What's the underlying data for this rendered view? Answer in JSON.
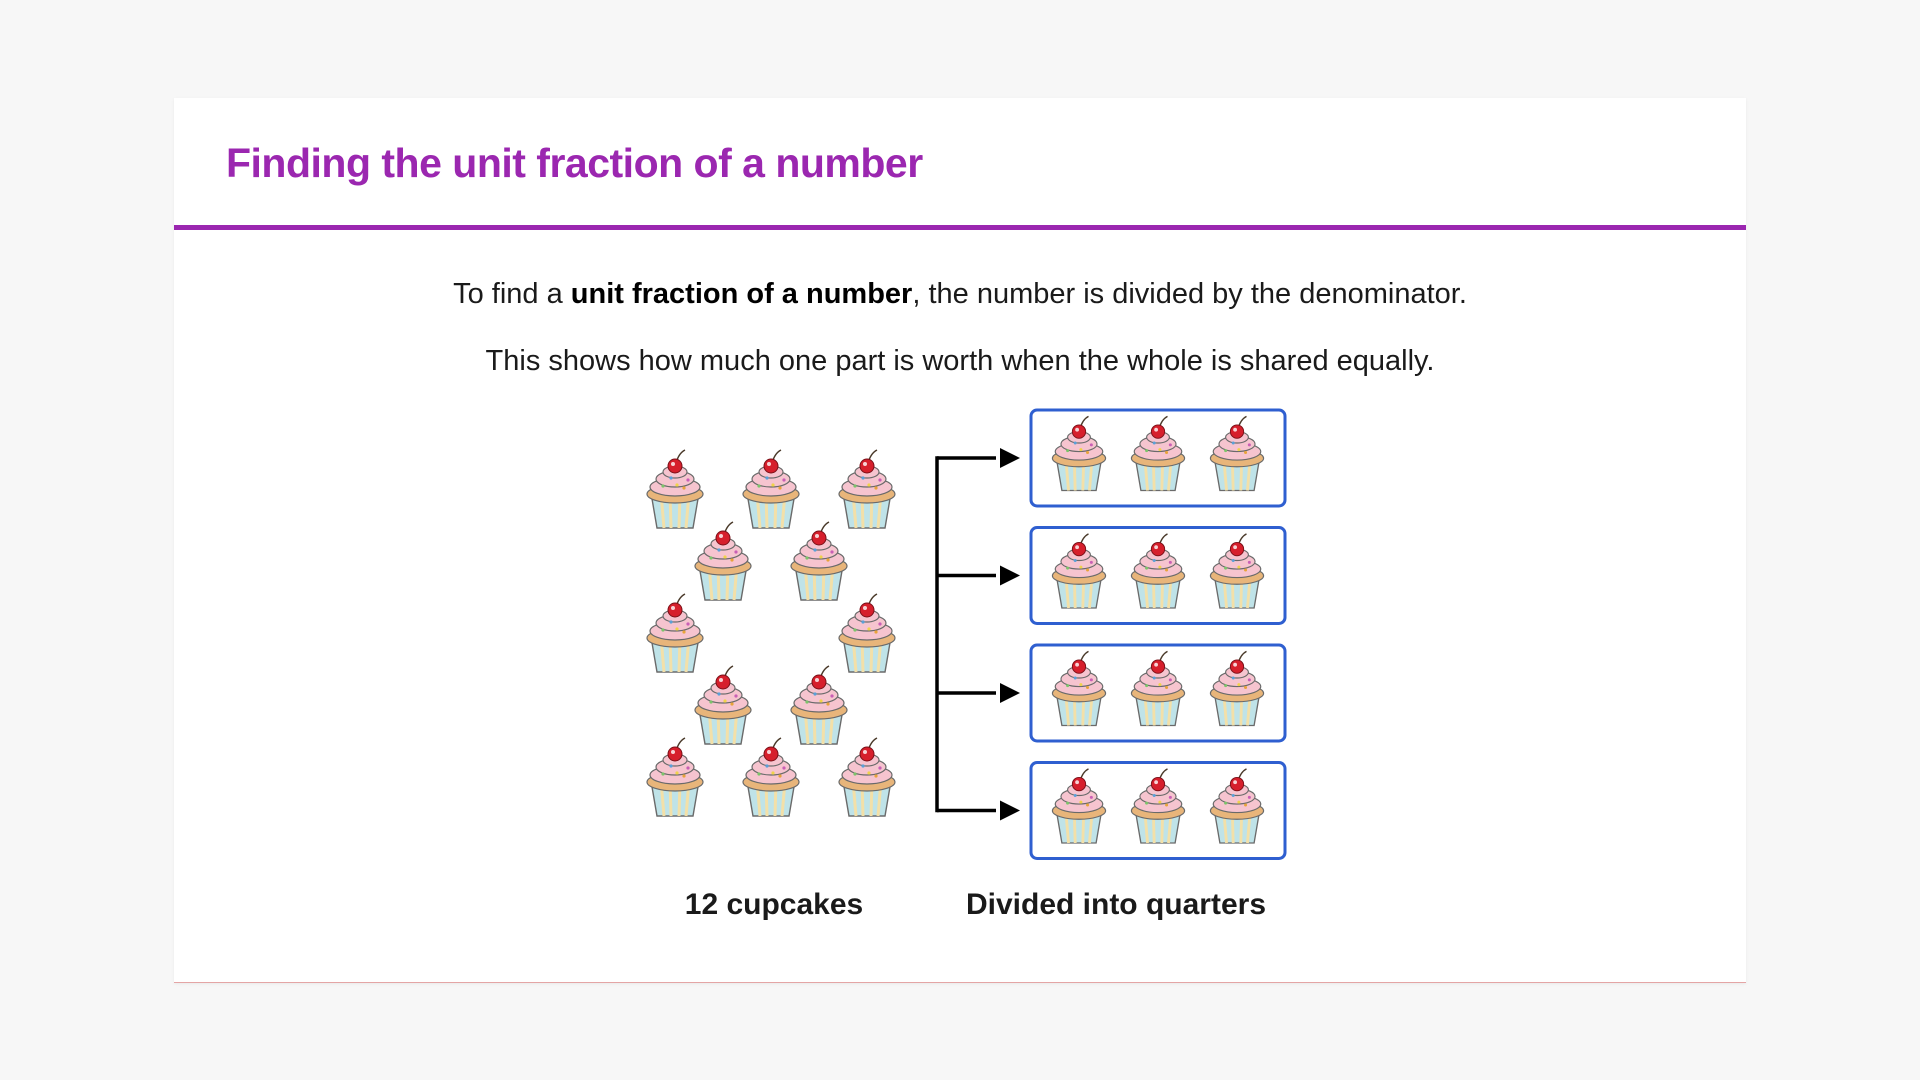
{
  "slide": {
    "title": "Finding the unit fraction of a number",
    "sentence1": {
      "before": "To find a ",
      "bold": "unit fraction of a number",
      "after": ", the number is divided by the denominator."
    },
    "sentence2": "This shows how much one part is worth when the whole is shared equally."
  },
  "diagram": {
    "whole_count": 12,
    "groups": 4,
    "per_group": 3,
    "whole_label": "12 cupcakes",
    "groups_label": "Divided into quarters",
    "icon": "cupcake-icon",
    "colors": {
      "title": "#9b27b0",
      "group_border": "#2f5fd0",
      "arrow": "#000000",
      "frosting": "#f6c4cf",
      "cherry": "#d61f2c",
      "wrapper": "#bfe3e8",
      "wrapper_stripe": "#f3e0a8"
    }
  }
}
